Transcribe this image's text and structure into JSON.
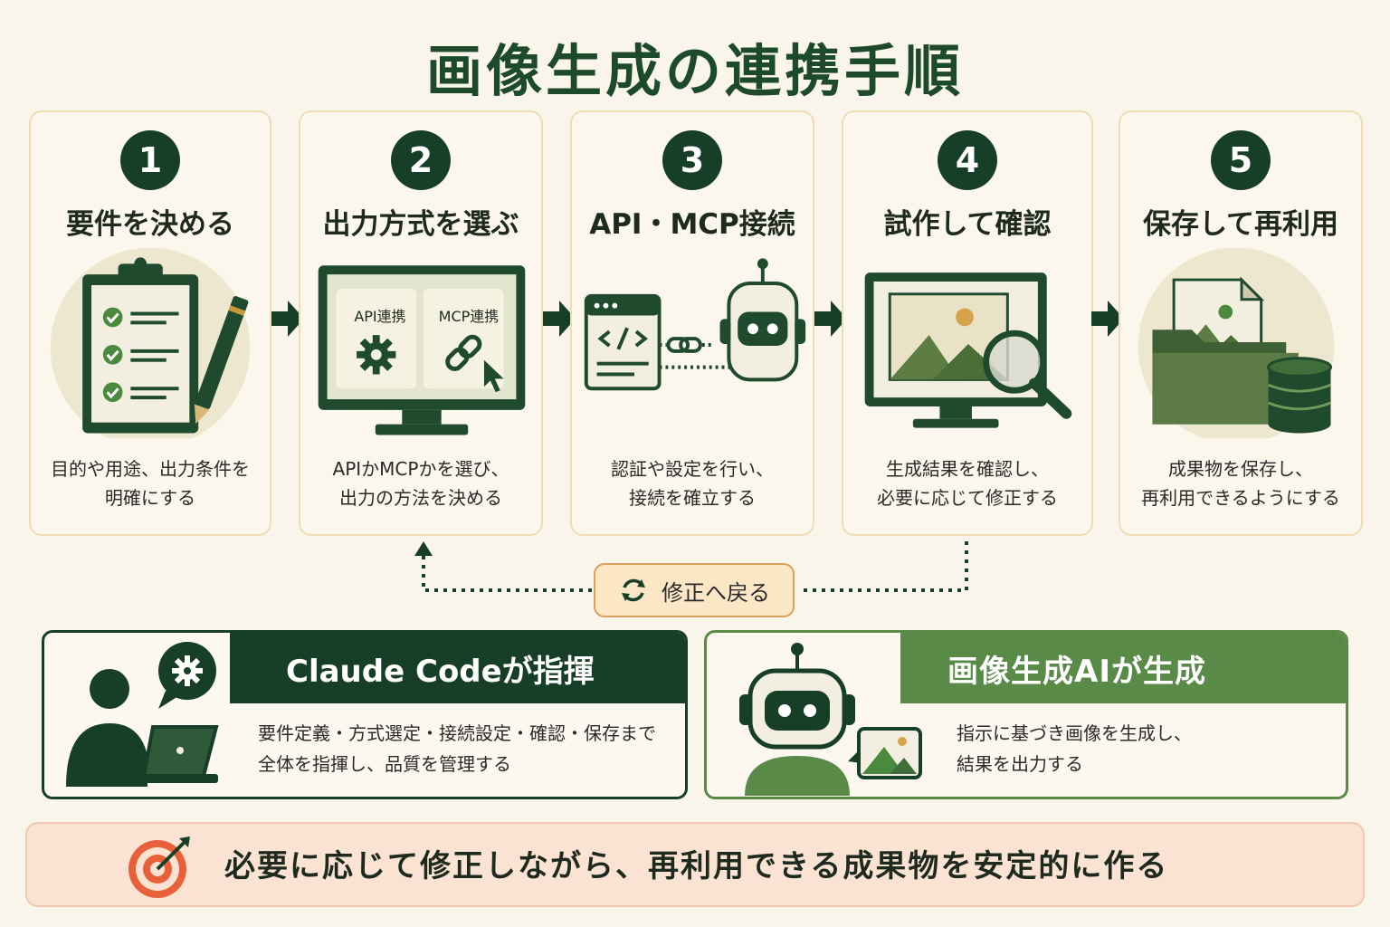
{
  "title": "画像生成の連携手順",
  "steps": [
    {
      "num": "1",
      "title": "要件を決める",
      "desc1": "目的や用途、出力条件を",
      "desc2": "明確にする"
    },
    {
      "num": "2",
      "title": "出力方式を選ぶ",
      "desc1": "APIかMCPかを選び、",
      "desc2": "出力の方法を決める",
      "panel_left": "API連携",
      "panel_right": "MCP連携"
    },
    {
      "num": "3",
      "title": "API・MCP接続",
      "desc1": "認証や設定を行い、",
      "desc2": "接続を確立する"
    },
    {
      "num": "4",
      "title": "試作して確認",
      "desc1": "生成結果を確認し、",
      "desc2": "必要に応じて修正する"
    },
    {
      "num": "5",
      "title": "保存して再利用",
      "desc1": "成果物を保存し、",
      "desc2": "再利用できるようにする"
    }
  ],
  "feedback": {
    "label": "修正へ戻る"
  },
  "roles": [
    {
      "title": "Claude Codeが指揮",
      "desc1": "要件定義・方式選定・接続設定・確認・保存まで",
      "desc2": "全体を指揮し、品質を管理する"
    },
    {
      "title": "画像生成AIが生成",
      "desc1": "指示に基づき画像を生成し、",
      "desc2": "結果を出力する"
    }
  ],
  "goal": {
    "text": "必要に応じて修正しながら、再利用できる成果物を安定的に作る"
  },
  "colors": {
    "dark_green": "#173f27",
    "mid_green": "#5a8a48",
    "light_green": "#e7ecd7",
    "accent_orange": "#e8613a",
    "cream": "#faf5ea"
  },
  "icons": [
    "clipboard-icon",
    "pencil-icon",
    "monitor-icon",
    "gear-icon",
    "link-icon",
    "cursor-icon",
    "code-window-icon",
    "robot-icon",
    "image-icon",
    "magnifier-icon",
    "folder-icon",
    "database-icon",
    "refresh-icon",
    "person-laptop-icon",
    "target-icon"
  ]
}
